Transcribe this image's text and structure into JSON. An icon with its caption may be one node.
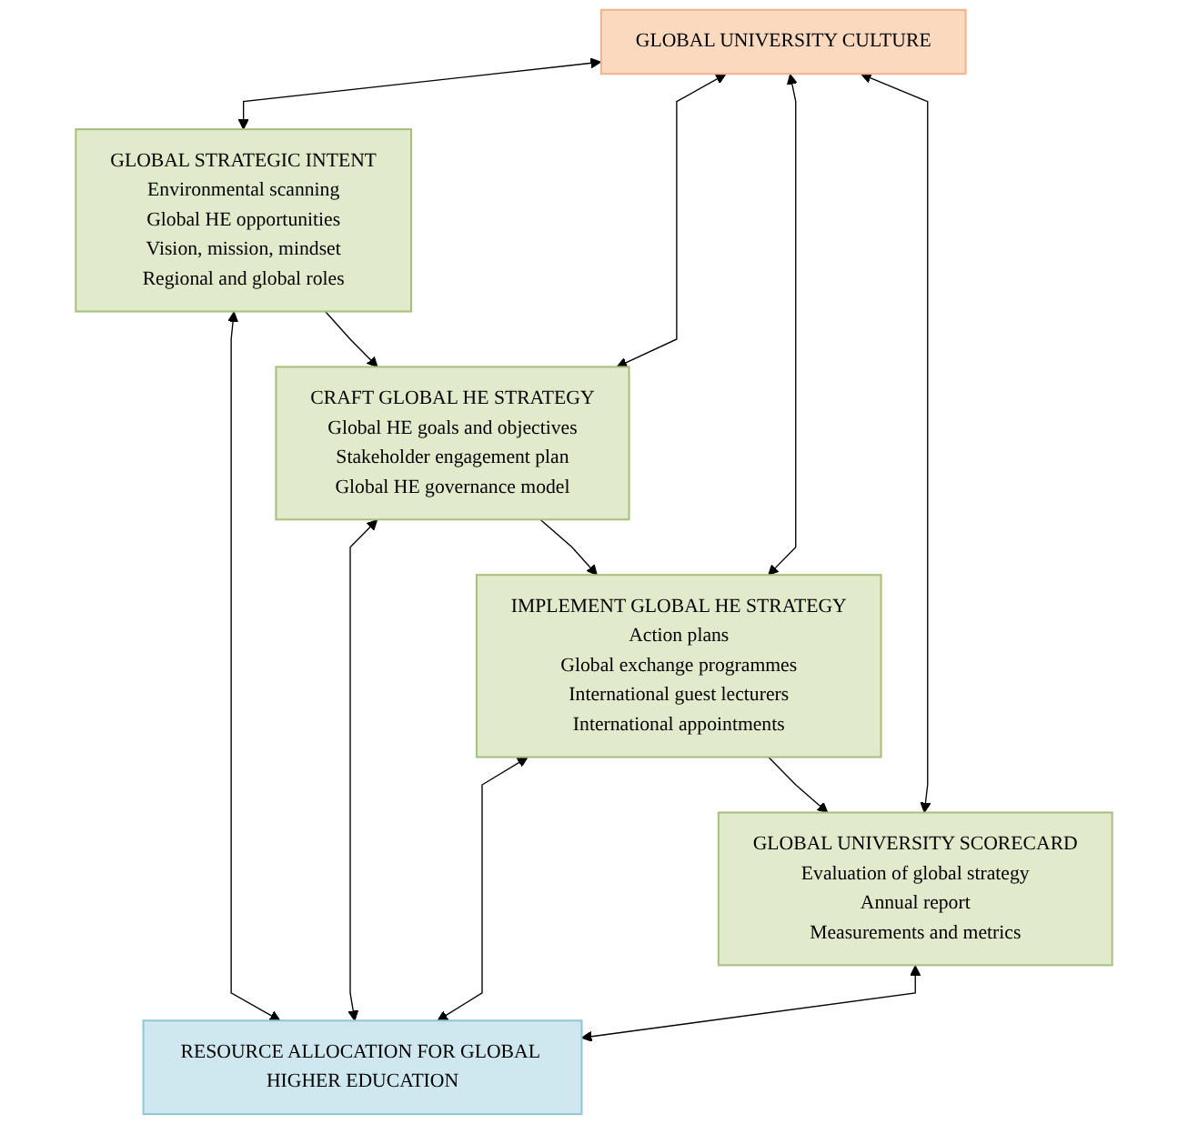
{
  "diagram": {
    "nodes": [
      {
        "text": [
          "GLOBAL UNIVERSITY CULTURE"
        ]
      },
      {
        "text": [
          "GLOBAL STRATEGIC INTENT",
          "Environmental scanning",
          "Global HE opportunities",
          "Vision, mission, mindset",
          "Regional and global roles"
        ]
      },
      {
        "text": [
          "CRAFT GLOBAL HE STRATEGY",
          "Global HE goals and objectives",
          "Stakeholder engagement plan",
          "Global HE governance model"
        ]
      },
      {
        "text": [
          "IMPLEMENT GLOBAL HE STRATEGY",
          "Action plans",
          "Global exchange programmes",
          "International guest lecturers",
          "International appointments"
        ]
      },
      {
        "text": [
          "GLOBAL UNIVERSITY SCORECARD",
          "Evaluation of global strategy",
          "Annual report",
          "Measurements and metrics"
        ]
      },
      {
        "text": [
          "RESOURCE ALLOCATION FOR GLOBAL HIGHER EDUCATION"
        ]
      }
    ],
    "edges": [
      {
        "from": 0,
        "to": 1,
        "arrow": "both"
      },
      {
        "from": 1,
        "to": 5,
        "arrow": "both"
      },
      {
        "from": 1,
        "to": 2,
        "arrow": "to"
      },
      {
        "from": 0,
        "to": 2,
        "arrow": "both"
      },
      {
        "from": 2,
        "to": 5,
        "arrow": "both"
      },
      {
        "from": 2,
        "to": 3,
        "arrow": "to"
      },
      {
        "from": 0,
        "to": 3,
        "arrow": "both"
      },
      {
        "from": 3,
        "to": 5,
        "arrow": "both"
      },
      {
        "from": 3,
        "to": 4,
        "arrow": "to"
      },
      {
        "from": 0,
        "to": 4,
        "arrow": "both"
      },
      {
        "from": 4,
        "to": 5,
        "arrow": "both"
      }
    ]
  }
}
